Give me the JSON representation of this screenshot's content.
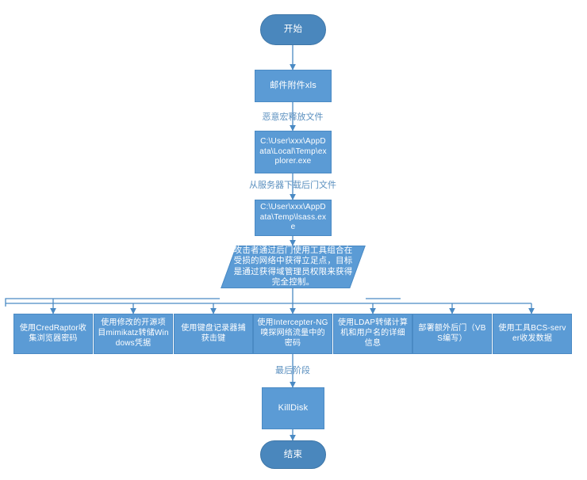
{
  "diagram": {
    "title": "攻击链流程图",
    "type": "flowchart",
    "orientation": "top-down",
    "colors": {
      "terminator_fill": "#4a87bd",
      "terminator_border": "#3f77a8",
      "process_fill": "#5b9bd5",
      "process_border": "#4a8ac4",
      "connector": "#4a8ac4",
      "label_text": "#5a8fbf",
      "node_text": "#ffffff",
      "background": "#ffffff"
    },
    "nodes": [
      {
        "id": "start",
        "shape": "terminator",
        "label": "开始"
      },
      {
        "id": "mail",
        "shape": "process",
        "label": "邮件附件xls"
      },
      {
        "id": "explorer",
        "shape": "process",
        "label": "C:\\User\\xxx\\AppData\\Local\\Temp\\explorer.exe"
      },
      {
        "id": "lsass",
        "shape": "process",
        "label": "C:\\User\\xxx\\AppData\\Temp\\lsass.exe"
      },
      {
        "id": "foothold",
        "shape": "io",
        "label": "攻击者通过后门使用工具组合在受损的网络中获得立足点，目标是通过获得域管理员权限来获得完全控制。"
      },
      {
        "id": "credraptor",
        "shape": "process",
        "label": "使用CredRaptor收集浏览器密码"
      },
      {
        "id": "mimikatz",
        "shape": "process",
        "label": "使用修改的开源项目mimikatz转储Windows凭据"
      },
      {
        "id": "keylogger",
        "shape": "process",
        "label": "使用键盘记录器捕获击键"
      },
      {
        "id": "intercepter",
        "shape": "process",
        "label": "使用Intercepter-NG嗅探网络流量中的密码"
      },
      {
        "id": "ldap",
        "shape": "process",
        "label": "使用LDAP转储计算机和用户名的详细信息"
      },
      {
        "id": "vbs",
        "shape": "process",
        "label": "部署额外后门（VBS编写）"
      },
      {
        "id": "bcs",
        "shape": "process",
        "label": "使用工具BCS-server收发数据"
      },
      {
        "id": "killdisk",
        "shape": "process",
        "label": "KillDisk"
      },
      {
        "id": "end",
        "shape": "terminator",
        "label": "结束"
      }
    ],
    "edge_labels": [
      {
        "id": "edge-macro",
        "from": "mail",
        "to": "explorer",
        "label": "恶意宏释放文件"
      },
      {
        "id": "edge-download",
        "from": "explorer",
        "to": "lsass",
        "label": "从服务器下载后门文件"
      },
      {
        "id": "edge-final",
        "from": "foothold",
        "to": "killdisk",
        "label": "最后阶段"
      }
    ]
  }
}
